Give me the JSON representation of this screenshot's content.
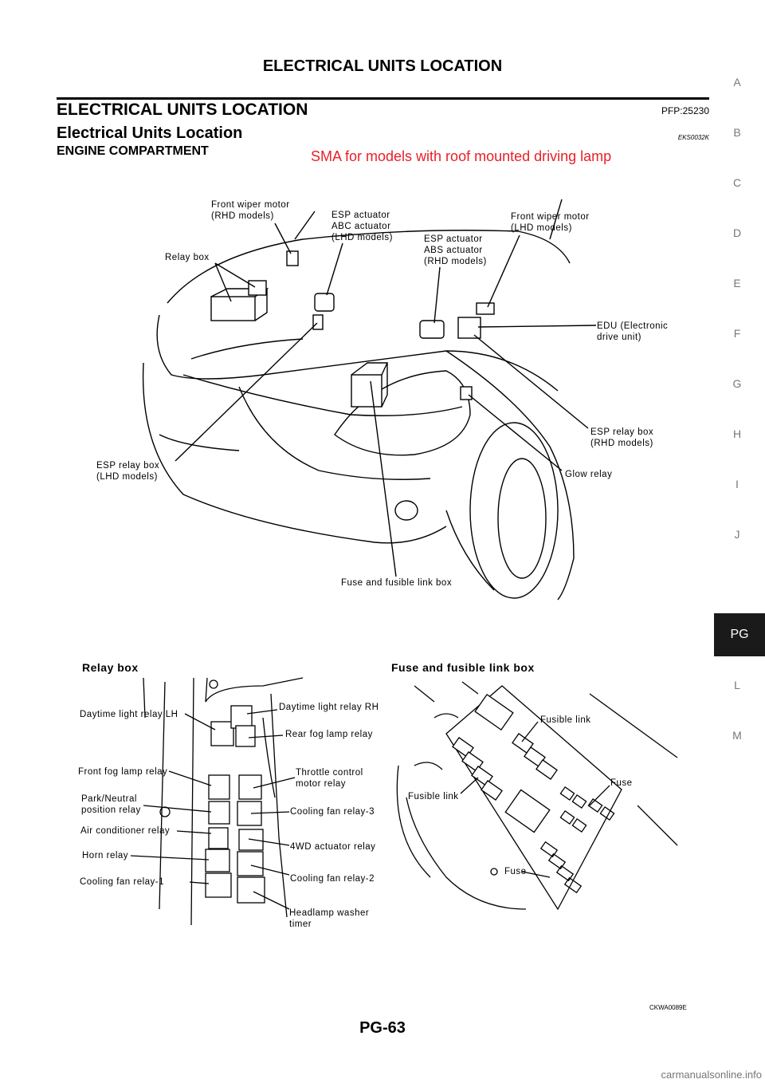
{
  "header": {
    "title": "ELECTRICAL UNITS LOCATION"
  },
  "section": {
    "title": "ELECTRICAL UNITS LOCATION",
    "pfp": "PFP:25230",
    "subtitle": "Electrical Units Location",
    "code": "EKS0032K",
    "heading": "ENGINE COMPARTMENT",
    "note": "SMA for models with roof mounted driving lamp"
  },
  "side_tabs": [
    "A",
    "B",
    "C",
    "D",
    "E",
    "F",
    "G",
    "H",
    "I",
    "J",
    "PG",
    "L",
    "M"
  ],
  "active_tab": "PG",
  "engine_labels": {
    "front_wiper_rhd": "Front wiper motor\n(RHD models)",
    "esp_abc_lhd": "ESP actuator\nABC actuator\n(LHD models)",
    "esp_abs_rhd": "ESP actuator\nABS actuator\n(RHD models)",
    "front_wiper_lhd": "Front wiper motor\n(LHD models)",
    "relay_box": "Relay box",
    "edu": "EDU (Electronic\ndrive unit)",
    "esp_relay_rhd": "ESP relay box\n(RHD models)",
    "glow_relay": "Glow relay",
    "esp_relay_lhd": "ESP relay box\n(LHD models)",
    "fuse_box": "Fuse and fusible link box"
  },
  "relay_box": {
    "title": "Relay box",
    "labels": {
      "daytime_lh": "Daytime light relay LH",
      "daytime_rh": "Daytime light relay RH",
      "rear_fog": "Rear fog lamp relay",
      "front_fog": "Front fog lamp relay",
      "throttle": "Throttle control\nmotor relay",
      "park_neutral": "Park/Neutral\nposition relay",
      "cooling3": "Cooling fan relay-3",
      "air_cond": "Air conditioner relay",
      "four_wd": "4WD actuator relay",
      "horn": "Horn relay",
      "cooling2": "Cooling fan relay-2",
      "cooling1": "Cooling fan relay-1",
      "headlamp_washer": "Headlamp washer\ntimer"
    }
  },
  "fuse_box": {
    "title": "Fuse and fusible link box",
    "labels": {
      "fusible_link_top": "Fusible link",
      "fuse_right": "Fuse",
      "fusible_link_left": "Fusible link",
      "fuse_bottom": "Fuse"
    }
  },
  "figure_code": "CKWA0089E",
  "page_number": "PG-63",
  "watermark": "carmanualsonline.info"
}
